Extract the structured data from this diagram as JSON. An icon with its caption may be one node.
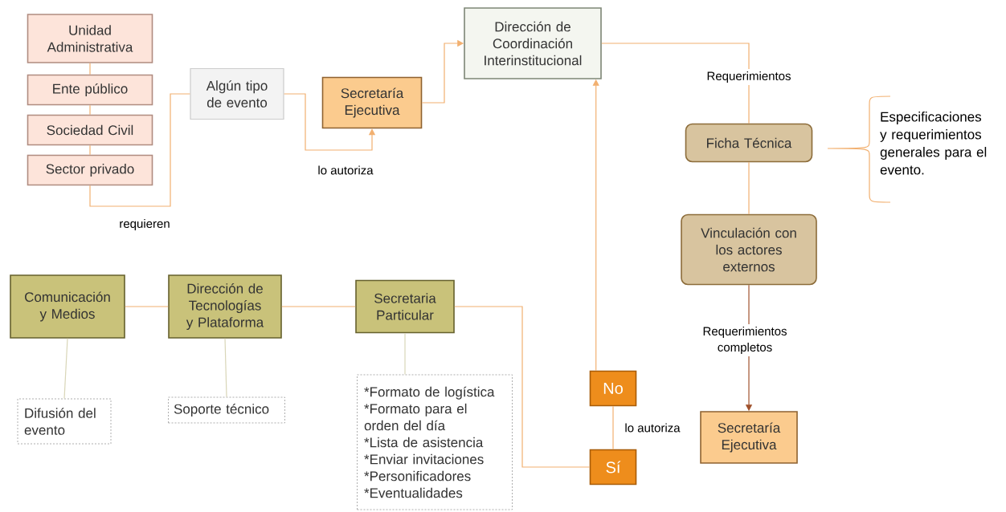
{
  "diagram": {
    "nodes": [
      {
        "text": [
          "Unidad Administrativa"
        ]
      },
      {
        "text": [
          "Ente público"
        ]
      },
      {
        "text": [
          "Sociedad Civil"
        ]
      },
      {
        "text": [
          "Sector privado"
        ]
      },
      {
        "text": [
          "Algún tipo de evento"
        ]
      },
      {
        "text": [
          "Secretaría Ejecutiva"
        ]
      },
      {
        "text": [
          "Dirección de Coordinación Interinstitucional"
        ]
      },
      {
        "text": [
          "Ficha Técnica"
        ]
      },
      {
        "text": [
          "Vinculación con los actores externos"
        ]
      },
      {
        "text": [
          "Comunicación y Medios"
        ]
      },
      {
        "text": [
          "Dirección de Tecnologías y Plataforma"
        ]
      },
      {
        "text": [
          "Secretaria Particular"
        ]
      },
      {
        "text": [
          "Difusión del evento"
        ]
      },
      {
        "text": [
          "Soporte técnico"
        ]
      },
      {
        "text": [
          "*Formato de logística",
          "*Formato para el orden del día",
          "*Lista de asistencia",
          "*Enviar invitaciones",
          "*Personificadores",
          "*Eventualidades"
        ]
      },
      {
        "text": [
          "No"
        ]
      },
      {
        "text": [
          "Sí"
        ]
      },
      {
        "text": [
          "Secretaría Ejecutiva"
        ]
      }
    ],
    "edges": [
      {
        "from": 0,
        "to": 1,
        "arrow": "none"
      },
      {
        "from": 1,
        "to": 2,
        "arrow": "none"
      },
      {
        "from": 2,
        "to": 3,
        "arrow": "none"
      },
      {
        "from": 3,
        "to": 4,
        "arrow": "none",
        "label": "requieren"
      },
      {
        "from": 4,
        "to": 5,
        "arrow": "to",
        "label": "lo autoriza"
      },
      {
        "from": 5,
        "to": 6,
        "arrow": "to"
      },
      {
        "from": 6,
        "to": 7,
        "arrow": "none",
        "label": "Requerimientos"
      },
      {
        "from": 7,
        "to": 8,
        "arrow": "none"
      },
      {
        "from": 8,
        "to": 17,
        "arrow": "to",
        "label": "Requerimientos completos",
        "color": "#a0522d"
      },
      {
        "from": 9,
        "to": 10,
        "arrow": "none"
      },
      {
        "from": 10,
        "to": 11,
        "arrow": "none"
      },
      {
        "from": 11,
        "to": 16,
        "arrow": "none"
      },
      {
        "from": 16,
        "to": 15,
        "arrow": "none",
        "label": "lo autoriza"
      },
      {
        "from": 15,
        "to": 6,
        "arrow": "to"
      },
      {
        "from": 9,
        "to": 12,
        "arrow": "none",
        "color": "#d9d6b8"
      },
      {
        "from": 10,
        "to": 13,
        "arrow": "none",
        "color": "#d9d6b8"
      },
      {
        "from": 11,
        "to": 14,
        "arrow": "none",
        "color": "#d9d6b8"
      }
    ],
    "labels": [
      "Especificaciones y requerimientos generales para el evento."
    ]
  }
}
